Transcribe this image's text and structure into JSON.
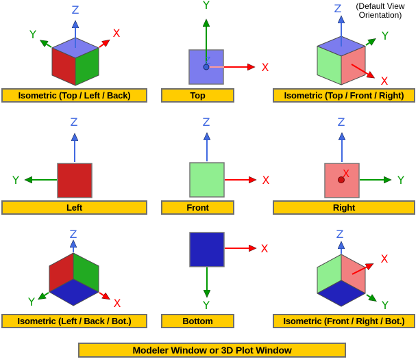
{
  "axes": {
    "x_label": "X",
    "y_label": "Y",
    "z_label": "Z"
  },
  "annotation": {
    "line1": "(Default View",
    "line2": "Orientation)"
  },
  "view_labels": {
    "iso_top_left_back": "Isometric (Top / Left / Back)",
    "top": "Top",
    "iso_top_front_right": "Isometric (Top / Front / Right)",
    "left": "Left",
    "front": "Front",
    "right": "Right",
    "iso_left_back_bot": "Isometric (Left / Back / Bot.)",
    "bottom": "Bottom",
    "iso_front_right_bot": "Isometric (Front / Right / Bot.)"
  },
  "footer": {
    "label": "Modeler Window or 3D Plot Window"
  },
  "colors": {
    "axis_x": "#ff0000",
    "axis_y": "#009900",
    "axis_z": "#4169e1",
    "axis_x_inner": "#ff9b9b",
    "x_dot": "#cc1111",
    "z_dot": "#3a5fd0",
    "face_top": "#7c7cee",
    "face_left": "#cc2222",
    "face_back": "#22aa22",
    "face_front": "#90ee90",
    "face_right": "#f28080",
    "face_bottom": "#2222bb",
    "label_bar_bg": "#ffcc00",
    "label_bar_border": "#6e6e6e"
  }
}
